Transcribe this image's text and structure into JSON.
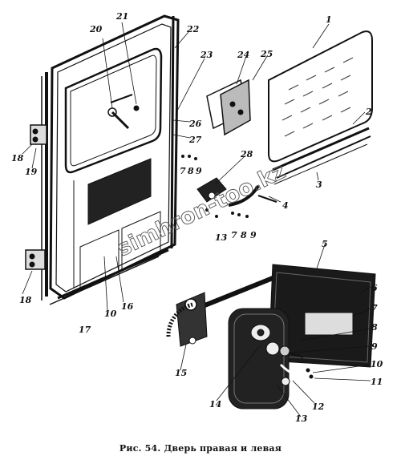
{
  "caption": "Рис. 54. Дверь правая и левая",
  "watermark": "simhron-too.kz",
  "labels": [
    "1",
    "2",
    "3",
    "4",
    "5",
    "6",
    "7",
    "8",
    "9",
    "10",
    "11",
    "12",
    "13",
    "14",
    "15",
    "16",
    "17",
    "18",
    "19",
    "20",
    "21",
    "22",
    "23",
    "24",
    "25",
    "26",
    "27",
    "28",
    "7",
    "8",
    "9",
    "7",
    "8",
    "9",
    "10",
    "18",
    "13"
  ],
  "colors": {
    "ink": "#111111",
    "paper": "#ffffff",
    "grey": "#555555"
  }
}
